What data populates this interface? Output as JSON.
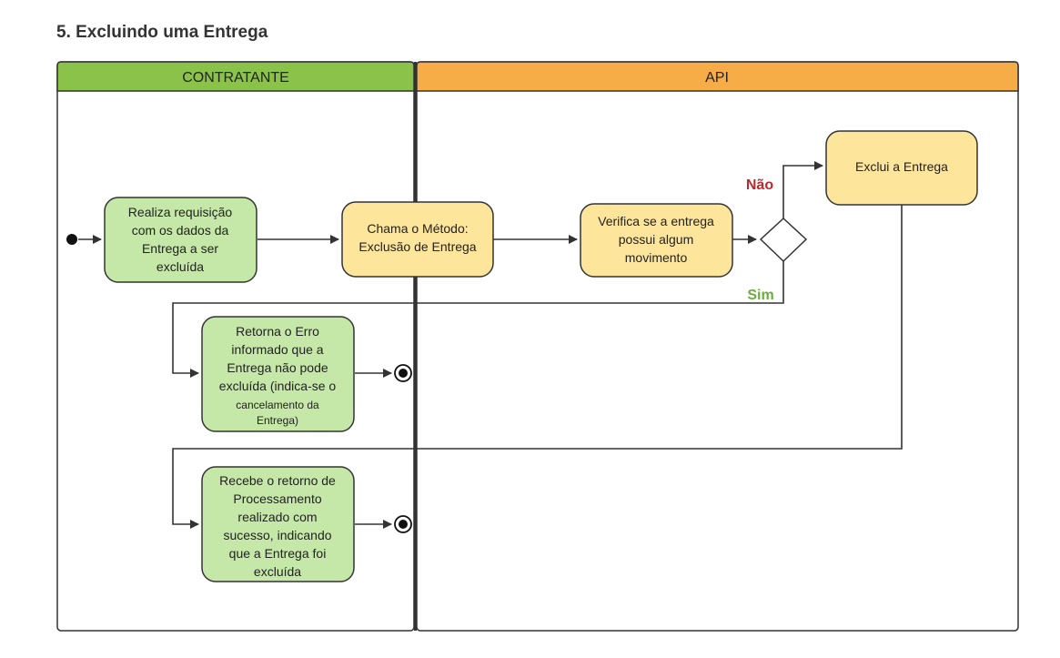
{
  "title": "5. Excluindo uma Entrega",
  "colors": {
    "contratante_header": "#8bc34a",
    "api_header": "#f6ad47",
    "green_node": "#c5e8a8",
    "yellow_node": "#fde59c",
    "nao": "#c0272d",
    "sim": "#6aae3a"
  },
  "lanes": {
    "contratante": "CONTRATANTE",
    "api": "API"
  },
  "nodes": {
    "realiza": [
      "Realiza requisição",
      "com os dados da",
      "Entrega a ser",
      "excluída"
    ],
    "chama": [
      "Chama o Método:",
      "Exclusão de Entrega"
    ],
    "verifica": [
      "Verifica se a entrega",
      "possui algum",
      "movimento"
    ],
    "exclui": [
      "Exclui a Entrega"
    ],
    "erro": [
      "Retorna o Erro",
      "informado que a",
      "Entrega não pode",
      "excluída (indica-se o",
      "cancelamento da",
      "Entrega)"
    ],
    "recebe": [
      "Recebe o retorno de",
      "Processamento",
      "realizado com",
      "sucesso, indicando",
      "que a Entrega foi",
      "excluída"
    ]
  },
  "labels": {
    "nao": "Não",
    "sim": "Sim"
  }
}
